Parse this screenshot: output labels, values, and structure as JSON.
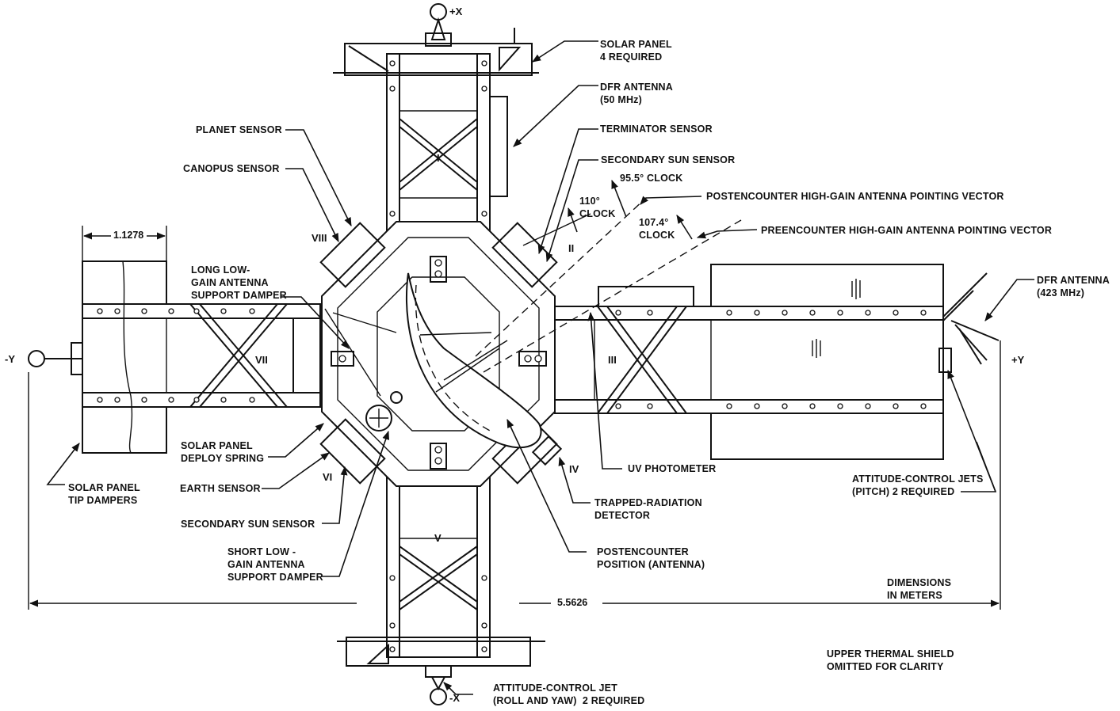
{
  "diagram": {
    "subject": "Spacecraft top view with solar panels and sensor placement",
    "axes": {
      "plus_x": "+X",
      "minus_x": "-X",
      "plus_y": "+Y",
      "minus_y": "-Y"
    },
    "bay_numerals": [
      "I",
      "II",
      "III",
      "IV",
      "V",
      "VI",
      "VII",
      "VIII"
    ],
    "dimensions": {
      "panel_width": "1.1278",
      "overall_span": "5.5626",
      "units_note": "DIMENSIONS\nIN METERS"
    },
    "notes": {
      "thermal_shield": "UPPER THERMAL SHIELD\nOMITTED FOR CLARITY"
    },
    "clock_angles": {
      "a95": "95.5° CLOCK",
      "a110": "110°\nCLOCK",
      "a107": "107.4°\nCLOCK"
    },
    "labels": {
      "solar_panel": "SOLAR PANEL\n4 REQUIRED",
      "dfr_antenna_50": "DFR ANTENNA\n(50 MHz)",
      "terminator_sensor": "TERMINATOR SENSOR",
      "secondary_sun_sensor_top": "SECONDARY SUN SENSOR",
      "postencounter_vector": "POSTENCOUNTER HIGH-GAIN ANTENNA POINTING VECTOR",
      "preencounter_vector": "PREENCOUNTER HIGH-GAIN ANTENNA POINTING VECTOR",
      "dfr_antenna_423": "DFR ANTENNA\n(423 MHz)",
      "planet_sensor": "PLANET SENSOR",
      "canopus_sensor": "CANOPUS SENSOR",
      "long_lga_damper": "LONG LOW-\nGAIN ANTENNA\nSUPPORT DAMPER",
      "solar_panel_deploy_spring": "SOLAR PANEL\nDEPLOY SPRING",
      "earth_sensor": "EARTH SENSOR",
      "secondary_sun_sensor_bottom": "SECONDARY SUN SENSOR",
      "short_lga_damper": "SHORT LOW -\nGAIN ANTENNA\nSUPPORT DAMPER",
      "solar_panel_tip_dampers": "SOLAR PANEL\nTIP DAMPERS",
      "uv_photometer": "UV PHOTOMETER",
      "trapped_radiation_detector": "TRAPPED-RADIATION\nDETECTOR",
      "postencounter_position": "POSTENCOUNTER\nPOSITION (ANTENNA)",
      "attitude_jets_pitch": "ATTITUDE-CONTROL JETS\n(PITCH) 2 REQUIRED",
      "attitude_jet_roll_yaw": "ATTITUDE-CONTROL JET\n(ROLL AND YAW)  2 REQUIRED"
    }
  }
}
